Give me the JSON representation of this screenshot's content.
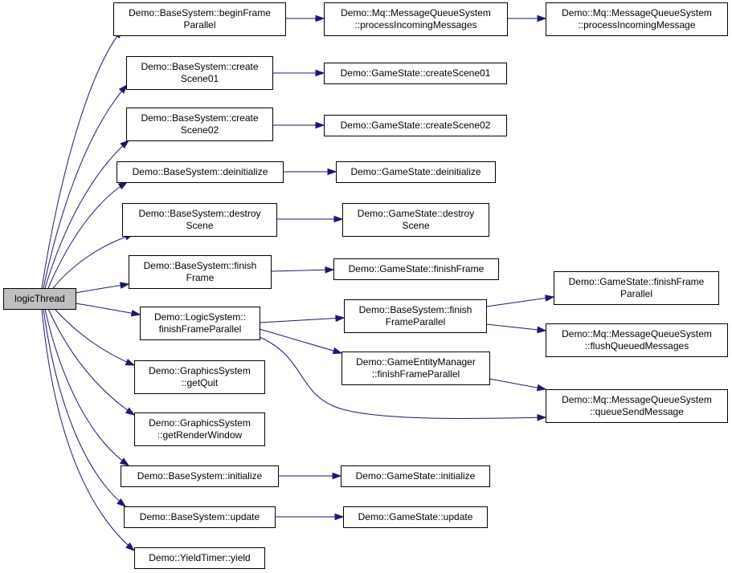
{
  "colors": {
    "edge": "#191970",
    "root_fill": "#bfbfbf",
    "node_fill": "#ffffff",
    "border": "#000000"
  },
  "nodes": [
    {
      "id": "logicThread",
      "lines": [
        "logicThread"
      ],
      "root": true
    },
    {
      "id": "bs_beginFrameParallel",
      "lines": [
        "Demo::BaseSystem::beginFrame",
        "Parallel"
      ]
    },
    {
      "id": "mq_processIncomingMessages",
      "lines": [
        "Demo::Mq::MessageQueueSystem",
        "::processIncomingMessages"
      ]
    },
    {
      "id": "mq_processIncomingMessage",
      "lines": [
        "Demo::Mq::MessageQueueSystem",
        "::processIncomingMessage"
      ]
    },
    {
      "id": "bs_createScene01",
      "lines": [
        "Demo::BaseSystem::create",
        "Scene01"
      ]
    },
    {
      "id": "gs_createScene01",
      "lines": [
        "Demo::GameState::createScene01"
      ]
    },
    {
      "id": "bs_createScene02",
      "lines": [
        "Demo::BaseSystem::create",
        "Scene02"
      ]
    },
    {
      "id": "gs_createScene02",
      "lines": [
        "Demo::GameState::createScene02"
      ]
    },
    {
      "id": "bs_deinitialize",
      "lines": [
        "Demo::BaseSystem::deinitialize"
      ]
    },
    {
      "id": "gs_deinitialize",
      "lines": [
        "Demo::GameState::deinitialize"
      ]
    },
    {
      "id": "bs_destroyScene",
      "lines": [
        "Demo::BaseSystem::destroy",
        "Scene"
      ]
    },
    {
      "id": "gs_destroyScene",
      "lines": [
        "Demo::GameState::destroy",
        "Scene"
      ]
    },
    {
      "id": "bs_finishFrame",
      "lines": [
        "Demo::BaseSystem::finish",
        "Frame"
      ]
    },
    {
      "id": "gs_finishFrame",
      "lines": [
        "Demo::GameState::finishFrame"
      ]
    },
    {
      "id": "ls_finishFrameParallel",
      "lines": [
        "Demo::LogicSystem::",
        "finishFrameParallel"
      ]
    },
    {
      "id": "bs_finishFrameParallel",
      "lines": [
        "Demo::BaseSystem::finish",
        "FrameParallel"
      ]
    },
    {
      "id": "gs_finishFrameParallel",
      "lines": [
        "Demo::GameState::finishFrame",
        "Parallel"
      ]
    },
    {
      "id": "mq_flushQueuedMessages",
      "lines": [
        "Demo::Mq::MessageQueueSystem",
        "::flushQueuedMessages"
      ]
    },
    {
      "id": "gem_finishFrameParallel",
      "lines": [
        "Demo::GameEntityManager",
        "::finishFrameParallel"
      ]
    },
    {
      "id": "mq_queueSendMessage",
      "lines": [
        "Demo::Mq::MessageQueueSystem",
        "::queueSendMessage"
      ]
    },
    {
      "id": "gfx_getQuit",
      "lines": [
        "Demo::GraphicsSystem",
        "::getQuit"
      ]
    },
    {
      "id": "gfx_getRenderWindow",
      "lines": [
        "Demo::GraphicsSystem",
        "::getRenderWindow"
      ]
    },
    {
      "id": "bs_initialize",
      "lines": [
        "Demo::BaseSystem::initialize"
      ]
    },
    {
      "id": "gs_initialize",
      "lines": [
        "Demo::GameState::initialize"
      ]
    },
    {
      "id": "bs_update",
      "lines": [
        "Demo::BaseSystem::update"
      ]
    },
    {
      "id": "gs_update",
      "lines": [
        "Demo::GameState::update"
      ]
    },
    {
      "id": "yt_yield",
      "lines": [
        "Demo::YieldTimer::yield"
      ]
    }
  ],
  "edges": [
    [
      "logicThread",
      "bs_beginFrameParallel"
    ],
    [
      "logicThread",
      "bs_createScene01"
    ],
    [
      "logicThread",
      "bs_createScene02"
    ],
    [
      "logicThread",
      "bs_deinitialize"
    ],
    [
      "logicThread",
      "bs_destroyScene"
    ],
    [
      "logicThread",
      "bs_finishFrame"
    ],
    [
      "logicThread",
      "ls_finishFrameParallel"
    ],
    [
      "logicThread",
      "gfx_getQuit"
    ],
    [
      "logicThread",
      "gfx_getRenderWindow"
    ],
    [
      "logicThread",
      "bs_initialize"
    ],
    [
      "logicThread",
      "bs_update"
    ],
    [
      "logicThread",
      "yt_yield"
    ],
    [
      "bs_beginFrameParallel",
      "mq_processIncomingMessages"
    ],
    [
      "mq_processIncomingMessages",
      "mq_processIncomingMessage"
    ],
    [
      "bs_createScene01",
      "gs_createScene01"
    ],
    [
      "bs_createScene02",
      "gs_createScene02"
    ],
    [
      "bs_deinitialize",
      "gs_deinitialize"
    ],
    [
      "bs_destroyScene",
      "gs_destroyScene"
    ],
    [
      "bs_finishFrame",
      "gs_finishFrame"
    ],
    [
      "ls_finishFrameParallel",
      "bs_finishFrameParallel"
    ],
    [
      "ls_finishFrameParallel",
      "gem_finishFrameParallel"
    ],
    [
      "ls_finishFrameParallel",
      "mq_queueSendMessage"
    ],
    [
      "bs_finishFrameParallel",
      "gs_finishFrameParallel"
    ],
    [
      "bs_finishFrameParallel",
      "mq_flushQueuedMessages"
    ],
    [
      "gem_finishFrameParallel",
      "mq_queueSendMessage"
    ],
    [
      "bs_initialize",
      "gs_initialize"
    ],
    [
      "bs_update",
      "gs_update"
    ]
  ]
}
